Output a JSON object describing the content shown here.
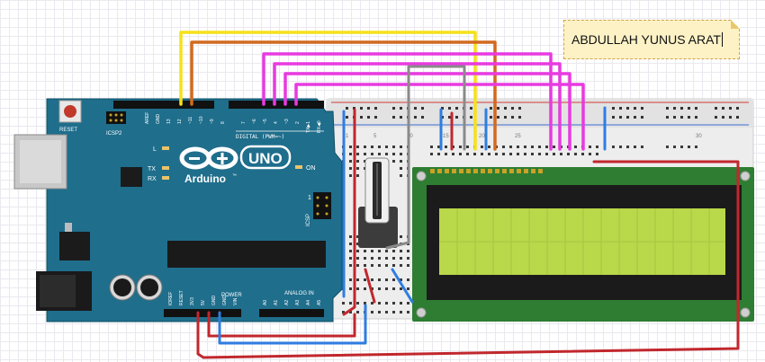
{
  "note": {
    "text": "ABDULLAH YUNUS ARAT"
  },
  "arduino": {
    "brand": "Arduino",
    "trademark": "™",
    "model": "UNO",
    "reset_label": "RESET",
    "icsp2_label": "ICSP2",
    "icsp_label": "ICSP",
    "icsp_pin": "1",
    "led_l": "L",
    "led_tx": "TX",
    "led_rx": "RX",
    "on_label": "ON",
    "digital_label": "DIGITAL (PWM=~)",
    "power_label": "POWER",
    "analog_label": "ANALOG IN",
    "digital_pins": [
      "AREF",
      "GND",
      "13",
      "12",
      "~11",
      "~10",
      "~9",
      "8",
      "7",
      "~6",
      "~5",
      "4",
      "~3",
      "2",
      "TX▶1",
      "RX◀0"
    ],
    "power_pins": [
      "IOREF",
      "RESET",
      "3V3",
      "5V",
      "GND",
      "GND",
      "VIN"
    ],
    "analog_pins": [
      "A0",
      "A1",
      "A2",
      "A3",
      "A4",
      "A5"
    ]
  },
  "breadboard": {
    "col_numbers": [
      "1",
      "5",
      "10",
      "15",
      "20",
      "25",
      "30"
    ]
  },
  "colors": {
    "board": "#1f6e8c",
    "wire_yellow": "#f5e11a",
    "wire_orange": "#d2691e",
    "wire_magenta": "#e83ae0",
    "wire_red": "#c1272d",
    "wire_blue": "#2f7de1",
    "wire_gray": "#8a8a8a",
    "lcd_pcb": "#2e7d32",
    "lcd_screen": "#b9d84a"
  }
}
